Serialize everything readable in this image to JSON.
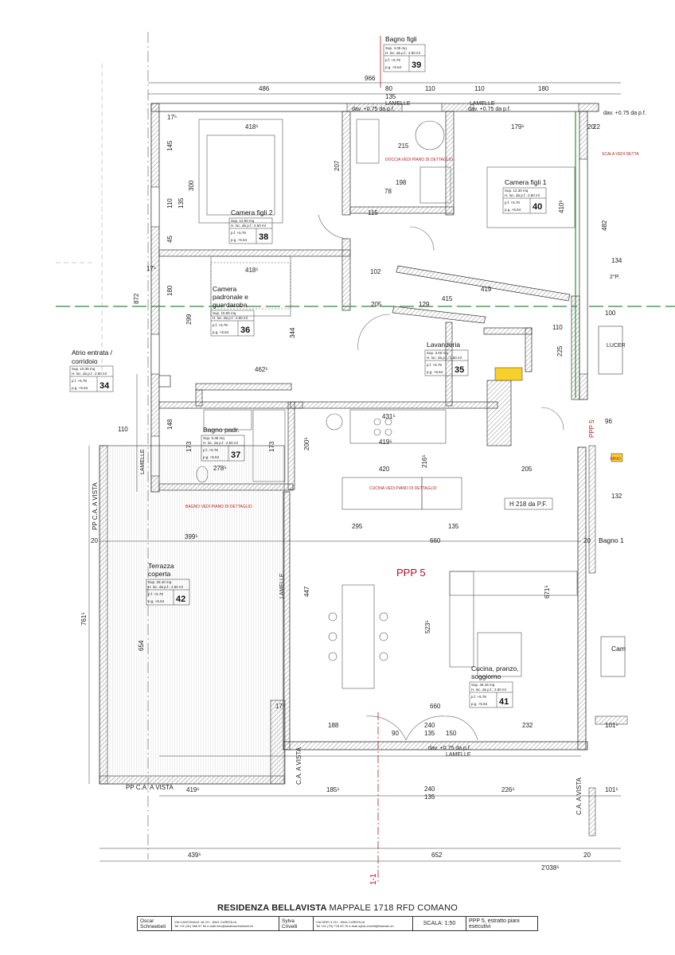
{
  "drawing": {
    "section_marker_top": "1-1",
    "ppp_label": "PPP 5",
    "side_ppp": "PPP 5",
    "lamelle": "LAMELLE",
    "vista_vertical": "PP C.A. A VISTA",
    "vista_bottom": "PP C.A. A VISTA",
    "ca_vista_1": "C.A. A VISTA",
    "ca_vista_2": "C.A. A VISTA",
    "h_note": "H 218 da P.F.",
    "notes": {
      "doccia": "DOCCIA VEDI PIANO DI DETTAGLIO",
      "bagno_padr": "BAGNO VEDI PIANO DI DETTAGLIO",
      "cucina": "CUCINA VEDI PIANO DI DETTAGLIO",
      "scala": "SCALA VEDI DETTA",
      "dav1": "dav. +0.75 da p.f.",
      "dav2": "dav. +0.75 da p.f.",
      "dav3": "dav. +0.75 da p.f.",
      "dav4": "dav. +0.75 da p.f."
    }
  },
  "rooms": [
    {
      "id": "bagno-figli",
      "name": "Bagno figli",
      "sup": "Sup.      4.05 mq",
      "h": "H. loc. da p.f.: 2.50 ml",
      "pf": "p.f.  +5.78",
      "pg": "p.g.  +5.64",
      "num": "39"
    },
    {
      "id": "camera-figli-1",
      "name": "Camera figli 1",
      "sup": "Sup.      12.30 mq",
      "h": "H. loc. da p.f.: 2.50 ml",
      "pf": "p.f.  +5.78",
      "pg": "p.g.  +5.64",
      "num": "40"
    },
    {
      "id": "camera-figli-2",
      "name": "Camera figli 2",
      "sup": "Sup.      12.90 mq",
      "h": "H. loc. da p.f.: 2.50 ml",
      "pf": "p.f.  +5.78",
      "pg": "p.g.  +5.64",
      "num": "38"
    },
    {
      "id": "camera-padronale",
      "name1": "Camera",
      "name2": "padronale e",
      "name3": "guardaroba",
      "sup": "Sup.      15.55 mq",
      "h": "H. loc. da p.f.: 2.50 ml",
      "pf": "p.f.  +5.78",
      "pg": "p.g.  +5.64",
      "num": "36"
    },
    {
      "id": "lavanderia",
      "name": "Lavanderia",
      "sup": "Sup.      3.00 mq",
      "h": "H. loc. da p.f.: 2.50 ml",
      "pf": "p.f.  +5.78",
      "pg": "p.g.  +5.64",
      "num": "35"
    },
    {
      "id": "atrio",
      "name1": "Atrio entrata /",
      "name2": "corridoio",
      "sup": "Sup.      10.35 mq",
      "h": "H. loc. da p.f.: 2.50 ml",
      "pf": "p.f.  +5.78",
      "pg": "p.g.  +5.64",
      "num": "34"
    },
    {
      "id": "bagno-padr",
      "name": "Bagno padr.",
      "sup": "Sup.      5.35 mq",
      "h": "H. loc. da p.f.: 2.50 ml",
      "pf": "p.f.  +5.78",
      "pg": "p.g.  +5.64",
      "num": "37"
    },
    {
      "id": "terrazza",
      "name1": "Terrazza",
      "name2": "coperta",
      "sup": "Sup.      25.40 mq",
      "h": "H. loc. da p.f.: 2.50 ml",
      "pf": "p.f.  +5.78",
      "pg": "p.g.  +5.64",
      "num": "42"
    },
    {
      "id": "cucina",
      "name1": "Cucina, pranzo,",
      "name2": "soggiorno",
      "sup": "Sup.      46.15 mq",
      "h": "H. loc. da p.f.: 2.50 ml",
      "pf": "p.f.  +5.78",
      "pg": "p.g.  +5.64",
      "num": "41"
    }
  ],
  "dimensions": {
    "top_966": "966",
    "top_486": "486",
    "top_80": "80",
    "top_110a": "110",
    "top_110b": "110",
    "top_180": "180",
    "top_135": "135",
    "d418a": "418⁵",
    "d418b": "418⁵",
    "d179": "179⁵",
    "d215": "215",
    "d198": "198",
    "d78": "78",
    "d115": "115",
    "d102": "102",
    "d415": "415",
    "d419": "419",
    "d129": "129",
    "d205": "205",
    "d110r": "110",
    "d462": "462⁵",
    "d431": "431⁵",
    "d419b": "419⁵",
    "d420": "420",
    "d205b": "205",
    "d278": "278⁵",
    "d110l": "110",
    "d399": "399⁵",
    "d660a": "660",
    "d295": "295",
    "d135m": "135",
    "d660b": "660",
    "d188": "188",
    "d240": "240",
    "d135b": "135",
    "d232": "232",
    "d419c": "419⁵",
    "d185": "185⁵",
    "d226": "226⁵",
    "d240b": "240",
    "d135c": "135",
    "d439": "439⁵",
    "d652": "652",
    "d2038": "2'038⁵",
    "v872": "872",
    "v761": "761⁵",
    "v654": "654",
    "v447": "447",
    "v523": "523⁵",
    "v300": "300",
    "v145": "145",
    "v110a": "110",
    "v135a": "135",
    "v45": "45",
    "v180": "180",
    "v299": "299",
    "v344": "344",
    "v207": "207",
    "v482": "482",
    "v225": "225",
    "v410": "410⁵",
    "v173a": "173",
    "v173b": "173",
    "v148": "148",
    "v671": "671⁵",
    "v216": "216⁵",
    "v200": "200⁵",
    "r100": "100",
    "r134": "134",
    "r132": "132",
    "r101a": "101⁵",
    "r101b": "101⁵",
    "r96": "96",
    "r20": "20",
    "r22": "22",
    "e20a": "20",
    "e20b": "20",
    "e20c": "20",
    "d90": "90",
    "d150": "150",
    "d17a": "17⁵",
    "d17b": "17⁵",
    "d17c": "17⁵"
  },
  "right_edge": {
    "lucer": "LUCER",
    "bagno": "Bagno 1",
    "cam": "Cam",
    "second_ppp": "2°P.",
    "scala": "SCALA VEDI DETTA",
    "vano": "VANO"
  },
  "title_block": {
    "title_bold": "RESIDENZA BELLAVISTA",
    "title_rest": "MAPPALE 1718 RFD COMANO",
    "arch1_first": "Oscar",
    "arch1_last": "Schneebeli",
    "arch1_address": "VIA CANTONALE 18      CH - 6944 CUREGLIA",
    "arch1_contact": "Tel  +41 (91) 966 57 64   e-mail  info@studioschneebeli.ch",
    "arch2_first": "Sylva",
    "arch2_last": "Crivelli",
    "arch2_address": "VIA DREI 3      CH - 6944 CUREGLIA",
    "arch2_contact": "Tel  +41 (79) 778 00 70   e-mail  sylva.crivelli@bluewin.ch",
    "scale": "SCALA: 1:50",
    "sheet": "PPP 5, estratto piani esecutivi"
  },
  "colors": {
    "wall": "#555555",
    "hatch": "#888888",
    "line": "#333333",
    "red": "#c0392b",
    "green": "#2e8b3a",
    "blue": "#2266aa",
    "yellow": "#f7d12a"
  }
}
